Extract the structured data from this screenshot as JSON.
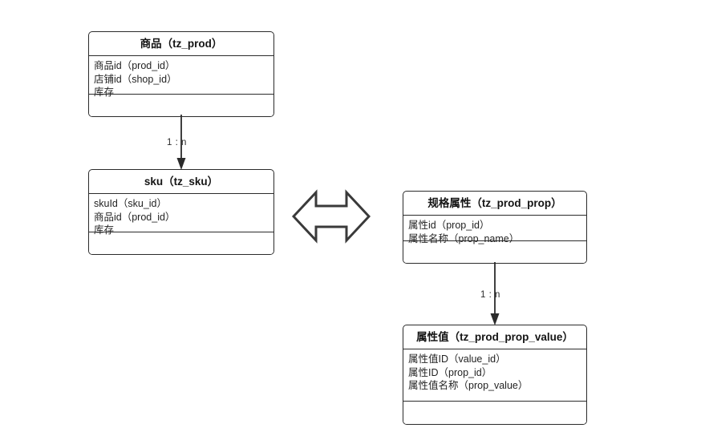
{
  "diagram": {
    "type": "er-diagram",
    "title": "",
    "background_color": "#ffffff",
    "line_color": "#2b2b2b",
    "text_color": "#232323"
  },
  "entities": [
    {
      "id": "tz_prod",
      "title": "商品（tz_prod）",
      "attributes": [
        "商品id（prod_id）",
        "店铺id（shop_id）",
        "库存"
      ],
      "methods": []
    },
    {
      "id": "tz_sku",
      "title": "sku（tz_sku）",
      "attributes": [
        "skuId（sku_id）",
        "商品id（prod_id）",
        "库存"
      ],
      "methods": []
    },
    {
      "id": "tz_prod_prop",
      "title": "规格属性（tz_prod_prop）",
      "attributes": [
        "属性id（prop_id）",
        "属性名称（prop_name）"
      ],
      "methods": []
    },
    {
      "id": "tz_prod_prop_value",
      "title": "属性值（tz_prod_prop_value）",
      "attributes": [
        "属性值ID（value_id）",
        "属性ID（prop_id）",
        "属性值名称（prop_value）"
      ],
      "methods": []
    }
  ],
  "relationships": [
    {
      "id": "prod-to-sku",
      "from": "tz_prod",
      "to": "tz_sku",
      "label": "1 : n",
      "style": "arrow-down"
    },
    {
      "id": "prop-to-value",
      "from": "tz_prod_prop",
      "to": "tz_prod_prop_value",
      "label": "1 : n",
      "style": "arrow-down"
    },
    {
      "id": "sku-to-prop",
      "from": "tz_sku",
      "to": "tz_prod_prop",
      "label": "",
      "style": "double-headed-block-arrow"
    }
  ]
}
